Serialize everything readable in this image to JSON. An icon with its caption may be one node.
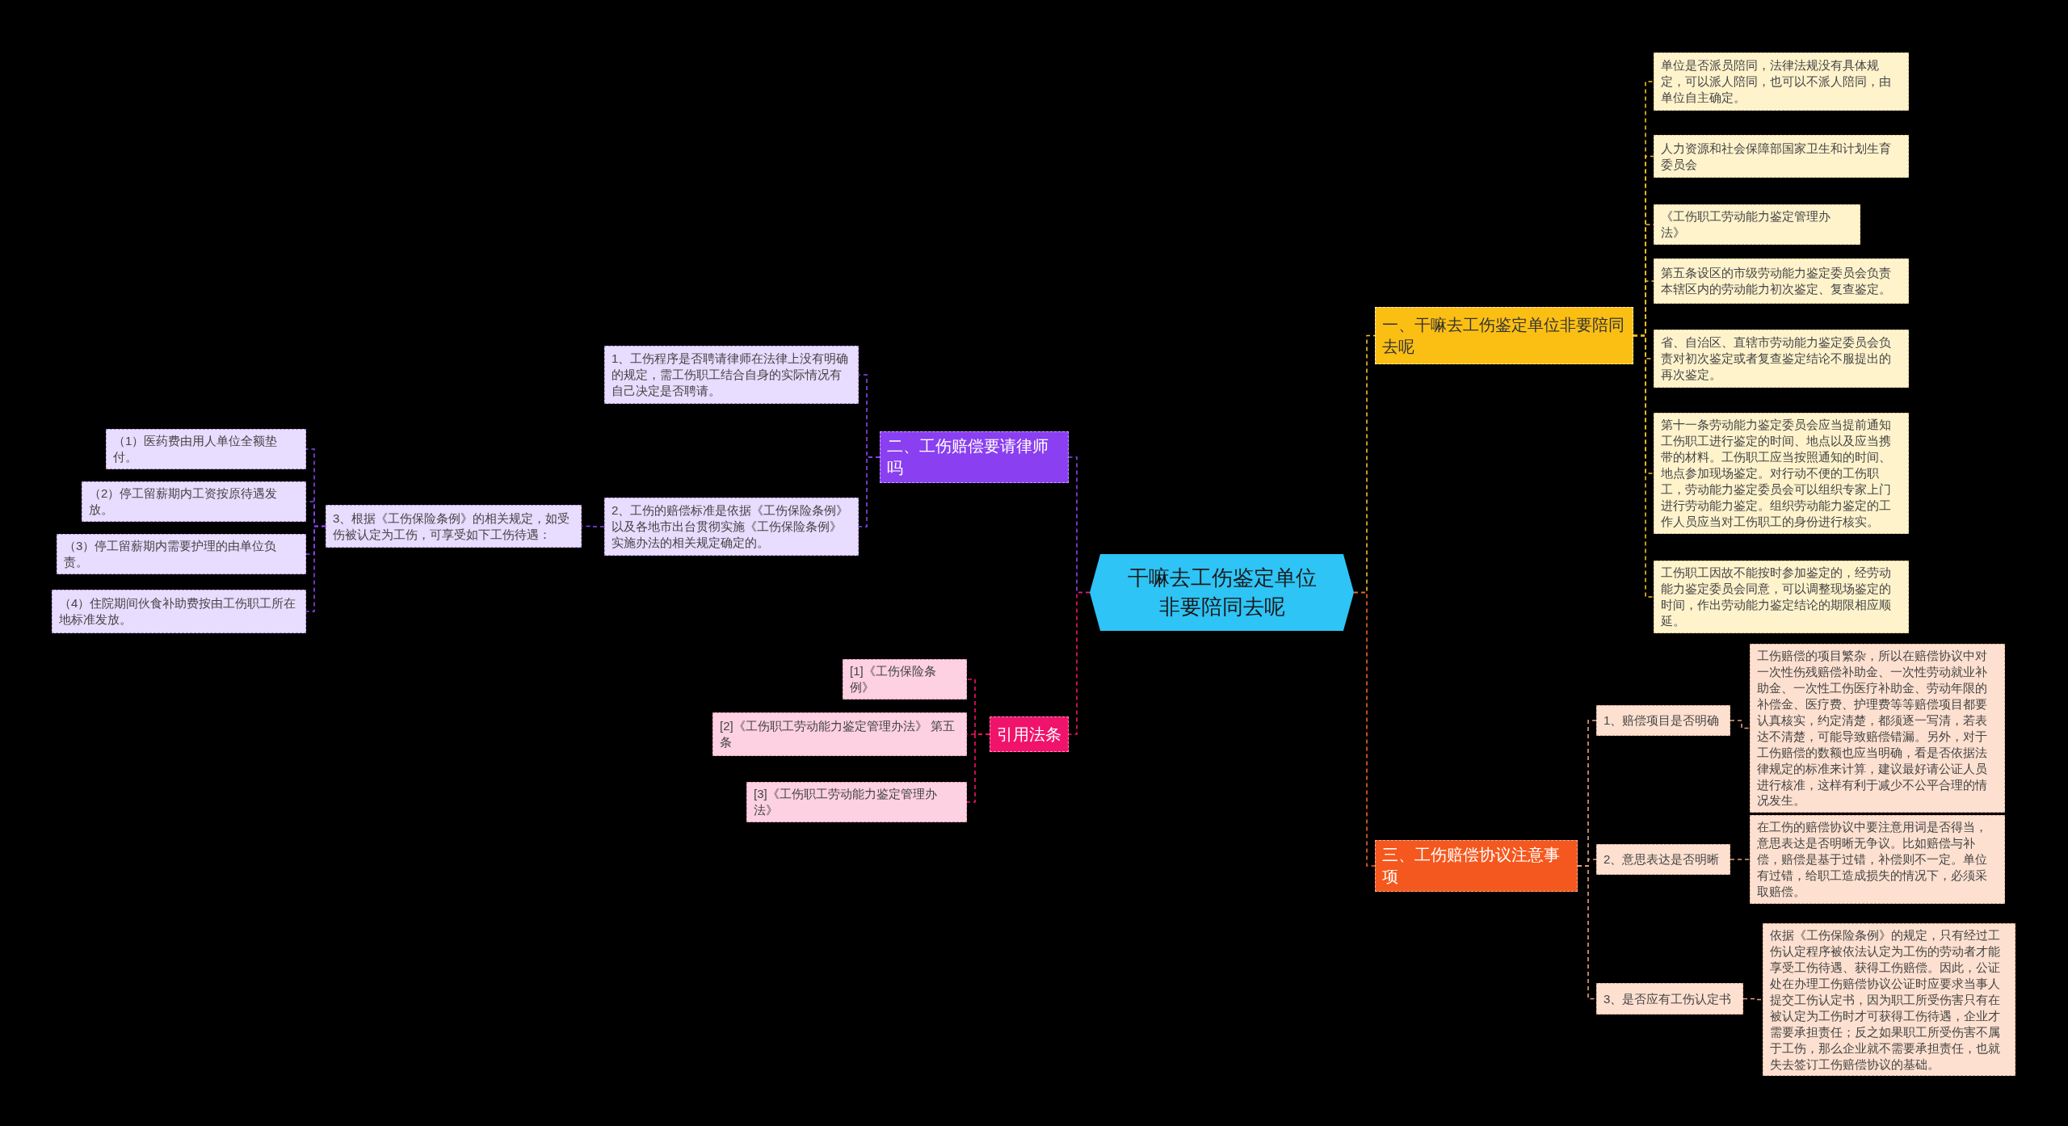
{
  "diagram": {
    "nodes": [
      {
        "text": [
          "干嘛去工伤鉴定单位非要陪同去呢"
        ]
      },
      {
        "text": [
          "一、干嘛去工伤鉴定单位非要陪同去呢"
        ]
      },
      {
        "text": [
          "单位是否派员陪同，法律法规没有具体规定，可以派人陪同，也可以不派人陪同，由单位自主确定。"
        ]
      },
      {
        "text": [
          "人力资源和社会保障部国家卫生和计划生育委员会"
        ]
      },
      {
        "text": [
          "《工伤职工劳动能力鉴定管理办法》"
        ]
      },
      {
        "text": [
          "第五条设区的市级劳动能力鉴定委员会负责本辖区内的劳动能力初次鉴定、复查鉴定。"
        ]
      },
      {
        "text": [
          "省、自治区、直辖市劳动能力鉴定委员会负责对初次鉴定或者复查鉴定结论不服提出的再次鉴定。"
        ]
      },
      {
        "text": [
          "第十一条劳动能力鉴定委员会应当提前通知工伤职工进行鉴定的时间、地点以及应当携带的材料。工伤职工应当按照通知的时间、地点参加现场鉴定。对行动不便的工伤职工，劳动能力鉴定委员会可以组织专家上门进行劳动能力鉴定。组织劳动能力鉴定的工作人员应当对工伤职工的身份进行核实。"
        ]
      },
      {
        "text": [
          "工伤职工因故不能按时参加鉴定的，经劳动能力鉴定委员会同意，可以调整现场鉴定的时间，作出劳动能力鉴定结论的期限相应顺延。"
        ]
      },
      {
        "text": [
          "三、工伤赔偿协议注意事项"
        ]
      },
      {
        "text": [
          "1、赔偿项目是否明确"
        ]
      },
      {
        "text": [
          "工伤赔偿的项目繁杂，所以在赔偿协议中对一次性伤残赔偿补助金、一次性劳动就业补助金、一次性工伤医疗补助金、劳动年限的补偿金、医疗费、护理费等等赔偿项目都要认真核实，约定清楚，都须逐一写清，若表达不清楚，可能导致赔偿错漏。另外，对于工伤赔偿的数额也应当明确，看是否依据法律规定的标准来计算，建议最好请公证人员进行核准，这样有利于减少不公平合理的情况发生。"
        ]
      },
      {
        "text": [
          "2、意思表达是否明晰"
        ]
      },
      {
        "text": [
          "在工伤的赔偿协议中要注意用词是否得当，意思表达是否明晰无争议。比如赔偿与补偿，赔偿是基于过错，补偿则不一定。单位有过错，给职工造成损失的情况下，必须采取赔偿。"
        ]
      },
      {
        "text": [
          "3、是否应有工伤认定书"
        ]
      },
      {
        "text": [
          "依据《工伤保险条例》的规定，只有经过工伤认定程序被依法认定为工伤的劳动者才能享受工伤待遇、获得工伤赔偿。因此，公证处在办理工伤赔偿协议公证时应要求当事人提交工伤认定书，因为职工所受伤害只有在被认定为工伤时才可获得工伤待遇，企业才需要承担责任；反之如果职工所受伤害不属于工伤，那么企业就不需要承担责任，也就失去签订工伤赔偿协议的基础。"
        ]
      },
      {
        "text": [
          "二、工伤赔偿要请律师吗"
        ]
      },
      {
        "text": [
          "1、工伤程序是否聘请律师在法律上没有明确的规定，需工伤职工结合自身的实际情况有自己决定是否聘请。"
        ]
      },
      {
        "text": [
          "2、工伤的赔偿标准是依据《工伤保险条例》以及各地市出台贯彻实施《工伤保险条例》实施办法的相关规定确定的。"
        ]
      },
      {
        "text": [
          "3、根据《工伤保险条例》的相关规定，如受伤被认定为工伤，可享受如下工伤待遇："
        ]
      },
      {
        "text": [
          "（1）医药费由用人单位全额垫付。"
        ]
      },
      {
        "text": [
          "（2）停工留薪期内工资按原待遇发放。"
        ]
      },
      {
        "text": [
          "（3）停工留薪期内需要护理的由单位负责。"
        ]
      },
      {
        "text": [
          "（4）住院期间伙食补助费按由工伤职工所在地标准发放。"
        ]
      },
      {
        "text": [
          "引用法条"
        ]
      },
      {
        "text": [
          "[1]《工伤保险条例》"
        ]
      },
      {
        "text": [
          "[2]《工伤职工劳动能力鉴定管理办法》 第五条"
        ]
      },
      {
        "text": [
          "[3]《工伤职工劳动能力鉴定管理办法》"
        ]
      }
    ],
    "edges": [
      {
        "from": 0,
        "to": 1,
        "arrow": "none",
        "style": "dashed",
        "color": "#f5c01e"
      },
      {
        "from": 1,
        "to": 2,
        "arrow": "none",
        "style": "dashed",
        "color": "#f5c01e"
      },
      {
        "from": 1,
        "to": 3,
        "arrow": "none",
        "style": "dashed",
        "color": "#f5c01e"
      },
      {
        "from": 1,
        "to": 4,
        "arrow": "none",
        "style": "dashed",
        "color": "#f5c01e"
      },
      {
        "from": 1,
        "to": 5,
        "arrow": "none",
        "style": "dashed",
        "color": "#f5c01e"
      },
      {
        "from": 1,
        "to": 6,
        "arrow": "none",
        "style": "dashed",
        "color": "#f5c01e"
      },
      {
        "from": 1,
        "to": 7,
        "arrow": "none",
        "style": "dashed",
        "color": "#f5c01e"
      },
      {
        "from": 1,
        "to": 8,
        "arrow": "none",
        "style": "dashed",
        "color": "#f5c01e"
      },
      {
        "from": 0,
        "to": 9,
        "arrow": "none",
        "style": "dashed",
        "color": "#f4622a"
      },
      {
        "from": 9,
        "to": 10,
        "arrow": "none",
        "style": "dashed",
        "color": "#e8a080"
      },
      {
        "from": 10,
        "to": 11,
        "arrow": "none",
        "style": "dashed",
        "color": "#e8a080"
      },
      {
        "from": 9,
        "to": 12,
        "arrow": "none",
        "style": "dashed",
        "color": "#e8a080"
      },
      {
        "from": 12,
        "to": 13,
        "arrow": "none",
        "style": "dashed",
        "color": "#e8a080"
      },
      {
        "from": 9,
        "to": 14,
        "arrow": "none",
        "style": "dashed",
        "color": "#e8a080"
      },
      {
        "from": 14,
        "to": 15,
        "arrow": "none",
        "style": "dashed",
        "color": "#e8a080"
      },
      {
        "from": 0,
        "to": 16,
        "arrow": "none",
        "style": "dashed",
        "color": "#8b45f0"
      },
      {
        "from": 16,
        "to": 17,
        "arrow": "none",
        "style": "dashed",
        "color": "#8b45f0"
      },
      {
        "from": 16,
        "to": 18,
        "arrow": "none",
        "style": "dashed",
        "color": "#8b45f0"
      },
      {
        "from": 18,
        "to": 19,
        "arrow": "none",
        "style": "dashed",
        "color": "#8b45f0"
      },
      {
        "from": 19,
        "to": 20,
        "arrow": "none",
        "style": "dashed",
        "color": "#8b45f0"
      },
      {
        "from": 19,
        "to": 21,
        "arrow": "none",
        "style": "dashed",
        "color": "#8b45f0"
      },
      {
        "from": 19,
        "to": 22,
        "arrow": "none",
        "style": "dashed",
        "color": "#8b45f0"
      },
      {
        "from": 19,
        "to": 23,
        "arrow": "none",
        "style": "dashed",
        "color": "#8b45f0"
      },
      {
        "from": 0,
        "to": 24,
        "arrow": "none",
        "style": "dashed",
        "color": "#f0136b"
      },
      {
        "from": 24,
        "to": 25,
        "arrow": "none",
        "style": "dashed",
        "color": "#f0136b"
      },
      {
        "from": 24,
        "to": 26,
        "arrow": "none",
        "style": "dashed",
        "color": "#f0136b"
      },
      {
        "from": 24,
        "to": 27,
        "arrow": "none",
        "style": "dashed",
        "color": "#f0136b"
      }
    ]
  }
}
